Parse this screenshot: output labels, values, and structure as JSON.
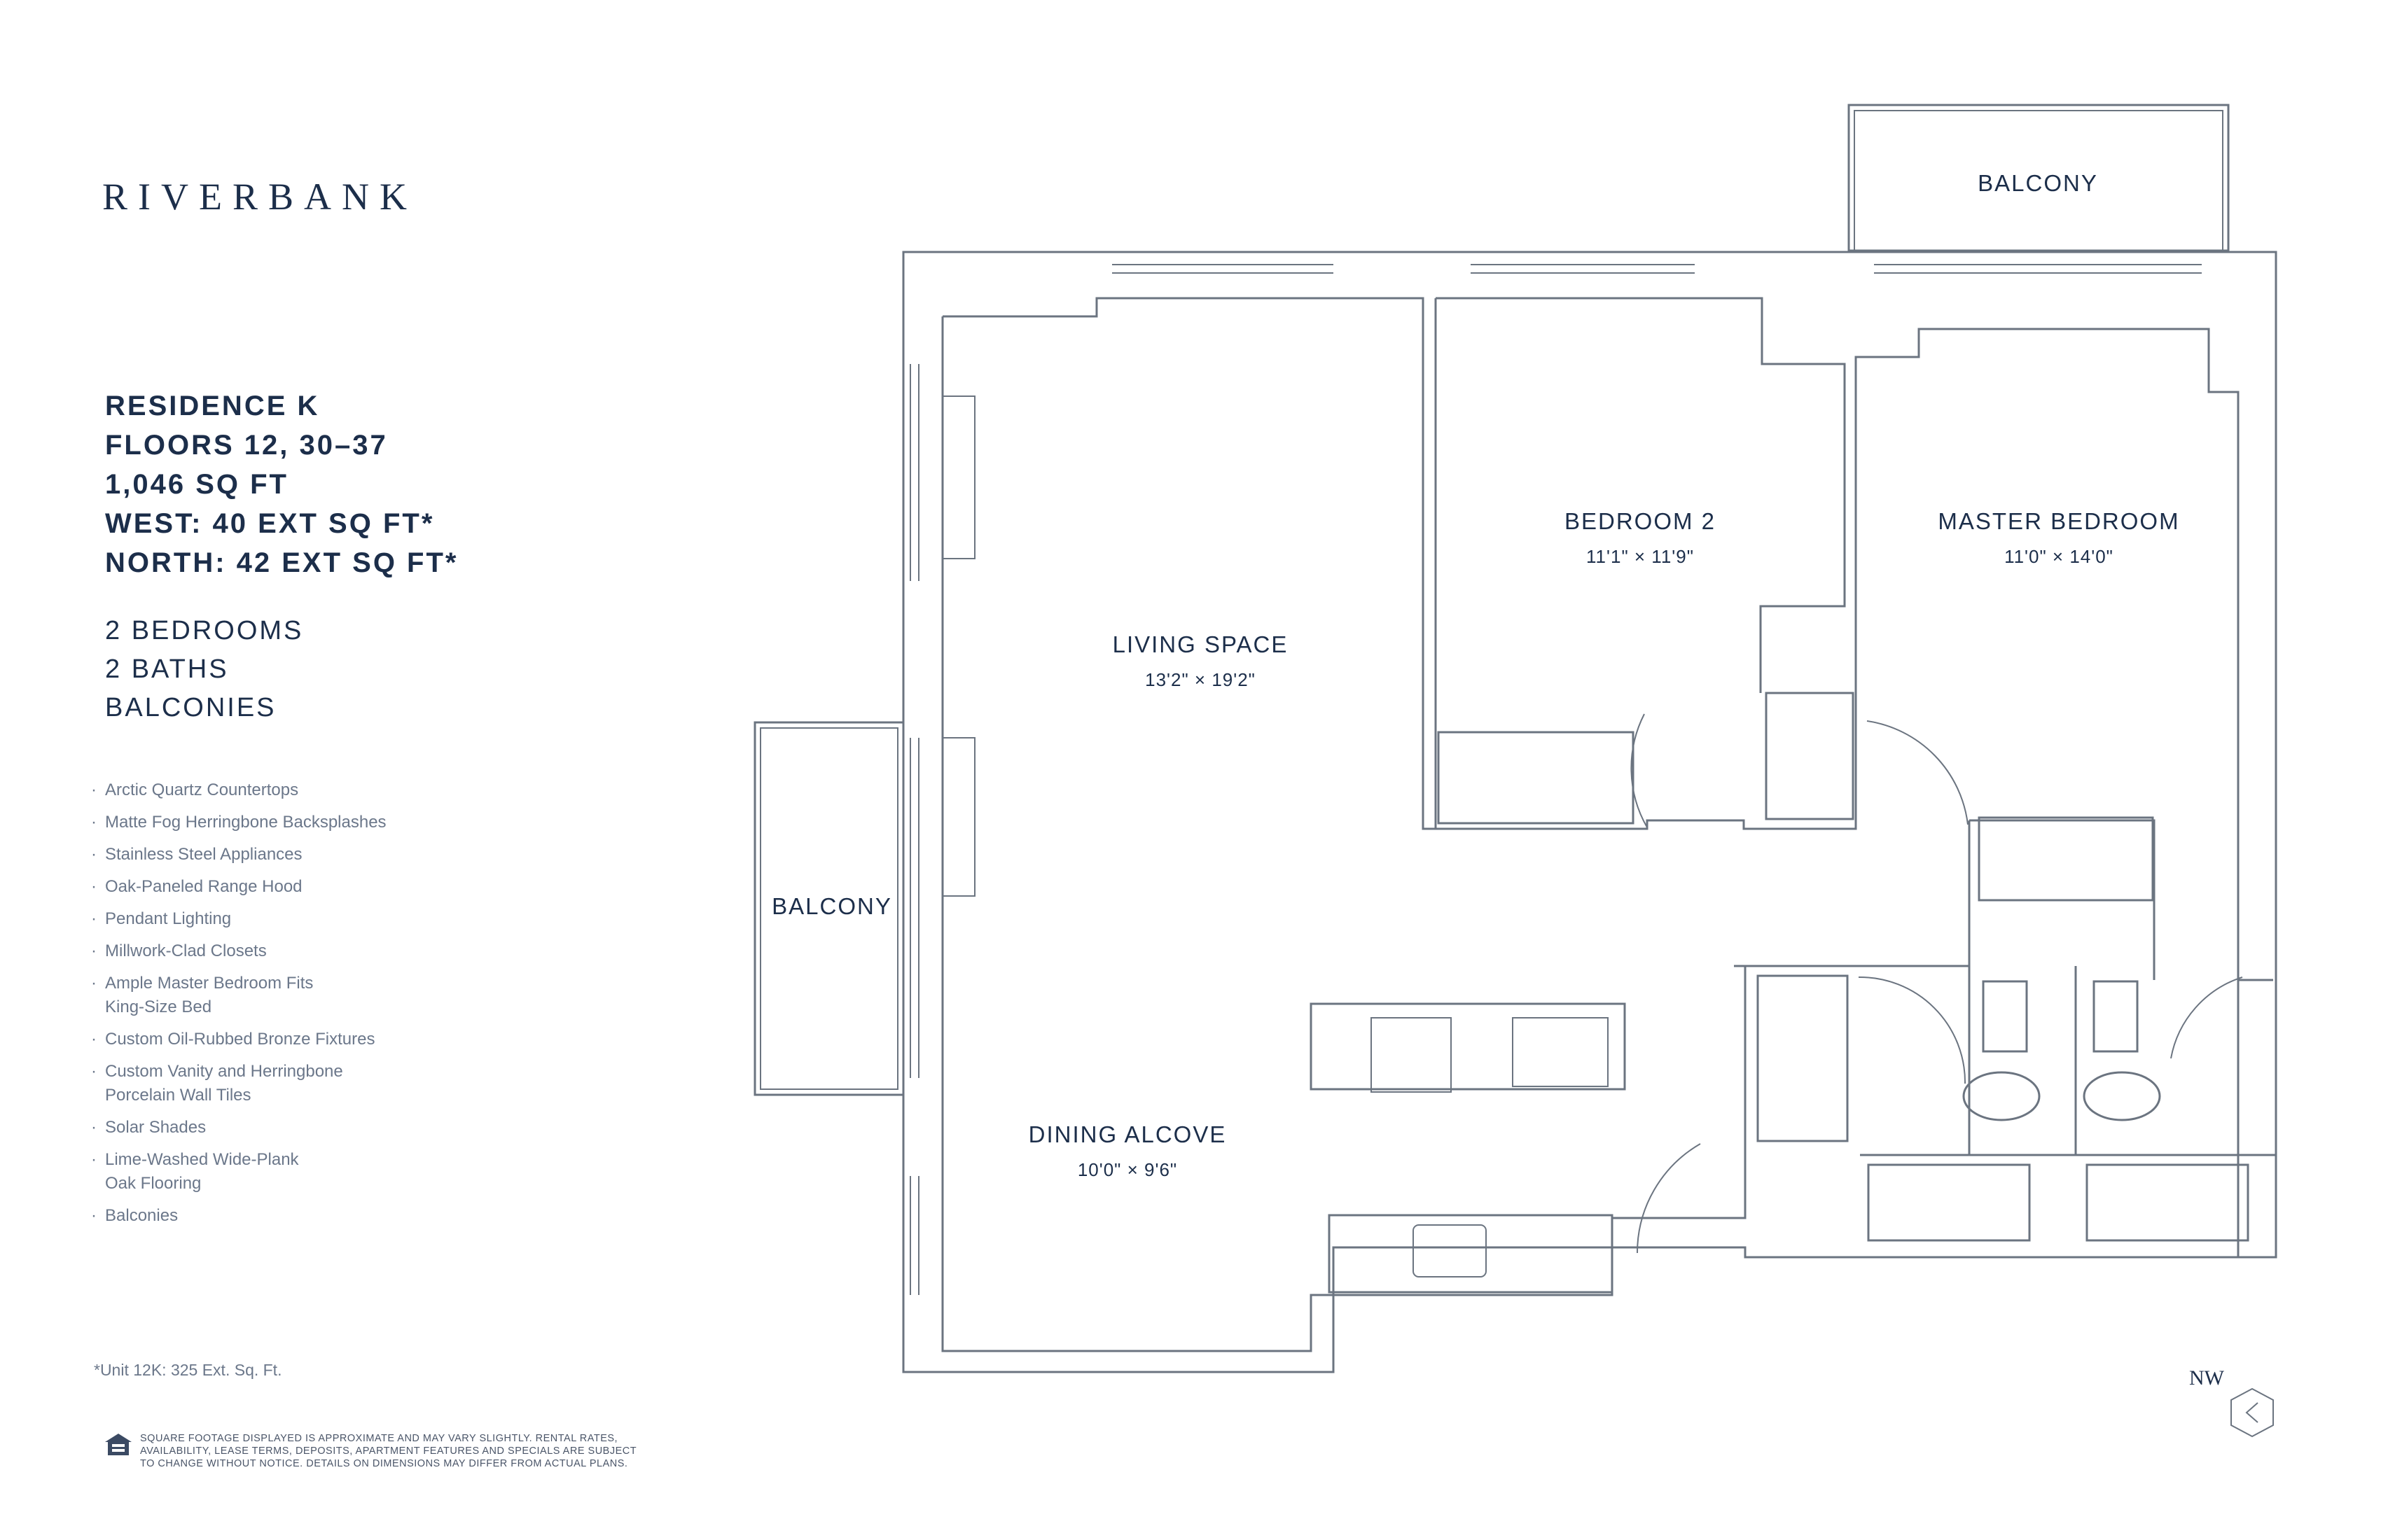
{
  "brand": {
    "name": "RIVERBANK"
  },
  "residence": {
    "lines": [
      "RESIDENCE K",
      "FLOORS 12, 30–37",
      "1,046 SQ FT",
      "WEST: 40 EXT SQ FT*",
      "NORTH: 42 EXT SQ FT*"
    ],
    "summary": [
      "2 BEDROOMS",
      "2 BATHS",
      "BALCONIES"
    ]
  },
  "features": [
    "Arctic Quartz Countertops",
    "Matte Fog Herringbone Backsplashes",
    "Stainless Steel Appliances",
    "Oak-Paneled Range Hood",
    "Pendant Lighting",
    "Millwork-Clad Closets",
    "Ample Master Bedroom Fits\nKing-Size Bed",
    "Custom Oil-Rubbed Bronze Fixtures",
    "Custom Vanity and Herringbone\nPorcelain Wall Tiles",
    "Solar Shades",
    "Lime-Washed Wide-Plank\nOak Flooring",
    "Balconies"
  ],
  "bullet": "·",
  "footnote": "*Unit 12K: 325 Ext. Sq. Ft.",
  "disclaimer": "SQUARE FOOTAGE DISPLAYED IS APPROXIMATE AND MAY VARY SLIGHTLY. RENTAL RATES,\nAVAILABILITY, LEASE TERMS, DEPOSITS, APARTMENT FEATURES AND SPECIALS ARE SUBJECT\nTO CHANGE WITHOUT NOTICE. DETAILS ON DIMENSIONS MAY DIFFER FROM ACTUAL PLANS.",
  "rooms": {
    "balcony_north": {
      "name": "BALCONY"
    },
    "balcony_west": {
      "name": "BALCONY"
    },
    "living": {
      "name": "LIVING SPACE",
      "dims": "13'2\" × 19'2\""
    },
    "bedroom2": {
      "name": "BEDROOM 2",
      "dims": "11'1\" × 11'9\""
    },
    "master": {
      "name": "MASTER BEDROOM",
      "dims": "11'0\" × 14'0\""
    },
    "dining": {
      "name": "DINING ALCOVE",
      "dims": "10'0\" × 9'6\""
    }
  },
  "compass": {
    "label": "NW"
  },
  "colors": {
    "text": "#1c2e4a",
    "wall": "#6b7480",
    "muted": "#6b778a"
  }
}
